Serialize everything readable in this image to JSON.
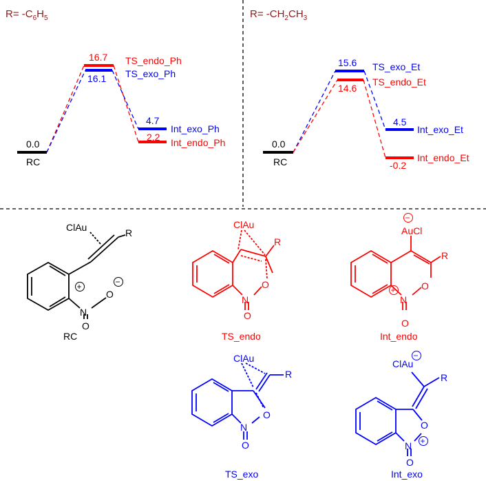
{
  "colors": {
    "endo": "#ff0000",
    "exo": "#0000ff",
    "ref": "#000000",
    "header": "#8B1A1A"
  },
  "panel_ph": {
    "header": {
      "prefix": "R= -C",
      "sub1": "6",
      "mid": "H",
      "sub2": "5"
    },
    "rc": {
      "value": "0.0",
      "label": "RC"
    },
    "ts_endo": {
      "value": "16.7",
      "label": "TS_endo_Ph"
    },
    "ts_exo": {
      "value": "16.1",
      "label": "TS_exo_Ph"
    },
    "int_exo": {
      "value": "4.7",
      "label": "Int_exo_Ph"
    },
    "int_endo": {
      "value": "2.2",
      "label": "Int_endo_Ph"
    }
  },
  "panel_et": {
    "header": {
      "prefix": "R= -CH",
      "sub1": "2",
      "mid": "CH",
      "sub2": "3"
    },
    "rc": {
      "value": "0.0",
      "label": "RC"
    },
    "ts_exo": {
      "value": "15.6",
      "label": "TS_exo_Et"
    },
    "ts_endo": {
      "value": "14.6",
      "label": "TS_endo_Et"
    },
    "int_exo": {
      "value": "4.5",
      "label": "Int_exo_Et"
    },
    "int_endo": {
      "value": "-0.2",
      "label": "Int_endo_Et"
    }
  },
  "structures": {
    "rc": {
      "name": "RC",
      "clau": "ClAu",
      "r": "R",
      "n": "N",
      "o": "O",
      "plus": "+",
      "minus": "−"
    },
    "ts_endo": {
      "name": "TS_endo",
      "clau": "ClAu",
      "r": "R",
      "n": "N",
      "o": "O"
    },
    "int_endo": {
      "name": "Int_endo",
      "aucl": "AuCl",
      "r": "R",
      "n": "N",
      "o": "O",
      "plus": "+",
      "minus": "−"
    },
    "ts_exo": {
      "name": "TS_exo",
      "clau": "ClAu",
      "r": "R",
      "n": "N",
      "o": "O"
    },
    "int_exo": {
      "name": "Int_exo",
      "clau": "ClAu",
      "r": "R",
      "n": "N",
      "o": "O",
      "plus": "+",
      "minus": "−"
    }
  }
}
